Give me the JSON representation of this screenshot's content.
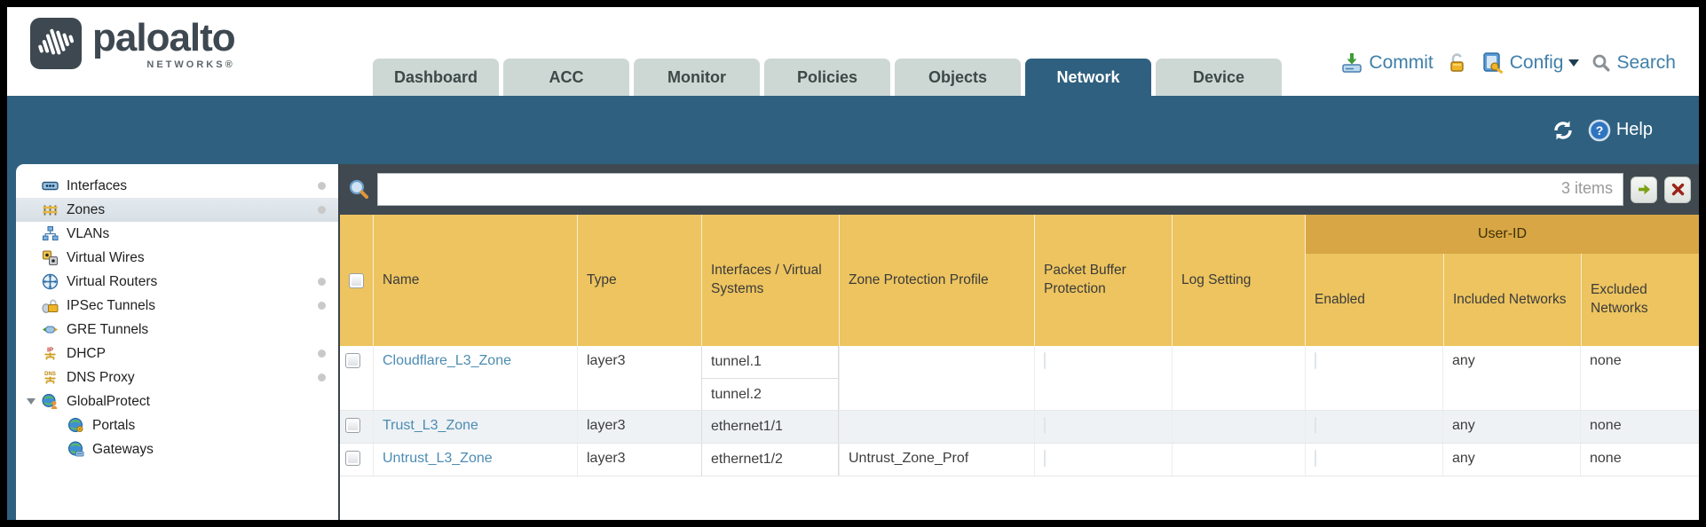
{
  "brand": {
    "name": "paloalto",
    "subtitle": "NETWORKS®"
  },
  "tabs": [
    {
      "label": "Dashboard",
      "active": false
    },
    {
      "label": "ACC",
      "active": false
    },
    {
      "label": "Monitor",
      "active": false
    },
    {
      "label": "Policies",
      "active": false
    },
    {
      "label": "Objects",
      "active": false
    },
    {
      "label": "Network",
      "active": true
    },
    {
      "label": "Device",
      "active": false
    }
  ],
  "header_actions": {
    "commit_label": "Commit",
    "config_label": "Config",
    "search_label": "Search"
  },
  "subheader": {
    "help_label": "Help"
  },
  "sidebar": {
    "items": [
      {
        "label": "Interfaces",
        "icon": "interfaces-icon",
        "dot": true,
        "selected": false,
        "expanded": false,
        "child": false
      },
      {
        "label": "Zones",
        "icon": "zones-icon",
        "dot": true,
        "selected": true,
        "expanded": false,
        "child": false
      },
      {
        "label": "VLANs",
        "icon": "vlans-icon",
        "dot": false,
        "selected": false,
        "expanded": false,
        "child": false
      },
      {
        "label": "Virtual Wires",
        "icon": "virtual-wires-icon",
        "dot": false,
        "selected": false,
        "expanded": false,
        "child": false
      },
      {
        "label": "Virtual Routers",
        "icon": "virtual-routers-icon",
        "dot": true,
        "selected": false,
        "expanded": false,
        "child": false
      },
      {
        "label": "IPSec Tunnels",
        "icon": "ipsec-tunnels-icon",
        "dot": true,
        "selected": false,
        "expanded": false,
        "child": false
      },
      {
        "label": "GRE Tunnels",
        "icon": "gre-tunnels-icon",
        "dot": false,
        "selected": false,
        "expanded": false,
        "child": false
      },
      {
        "label": "DHCP",
        "icon": "dhcp-icon",
        "dot": true,
        "selected": false,
        "expanded": false,
        "child": false
      },
      {
        "label": "DNS Proxy",
        "icon": "dns-proxy-icon",
        "dot": true,
        "selected": false,
        "expanded": false,
        "child": false
      },
      {
        "label": "GlobalProtect",
        "icon": "globalprotect-icon",
        "dot": false,
        "selected": false,
        "expanded": true,
        "child": false
      },
      {
        "label": "Portals",
        "icon": "portals-icon",
        "dot": false,
        "selected": false,
        "expanded": false,
        "child": true
      },
      {
        "label": "Gateways",
        "icon": "gateways-icon",
        "dot": false,
        "selected": false,
        "expanded": false,
        "child": true
      }
    ]
  },
  "filter": {
    "value": "",
    "placeholder": "",
    "items_count": "3 items"
  },
  "table": {
    "group_header": "User-ID",
    "columns": [
      "Name",
      "Type",
      "Interfaces / Virtual Systems",
      "Zone Protection Profile",
      "Packet Buffer Protection",
      "Log Setting",
      "Enabled",
      "Included Networks",
      "Excluded Networks"
    ],
    "rows": [
      {
        "name": "Cloudflare_L3_Zone",
        "type": "layer3",
        "interfaces": [
          "tunnel.1",
          "tunnel.2"
        ],
        "zone_protection_profile": "",
        "packet_buffer_protection": false,
        "log_setting": "",
        "user_id_enabled": false,
        "included_networks": "any",
        "excluded_networks": "none"
      },
      {
        "name": "Trust_L3_Zone",
        "type": "layer3",
        "interfaces": [
          "ethernet1/1"
        ],
        "zone_protection_profile": "",
        "packet_buffer_protection": false,
        "log_setting": "",
        "user_id_enabled": false,
        "included_networks": "any",
        "excluded_networks": "none"
      },
      {
        "name": "Untrust_L3_Zone",
        "type": "layer3",
        "interfaces": [
          "ethernet1/2"
        ],
        "zone_protection_profile": "Untrust_Zone_Prof",
        "packet_buffer_protection": false,
        "log_setting": "",
        "user_id_enabled": false,
        "included_networks": "any",
        "excluded_networks": "none"
      }
    ]
  },
  "colors": {
    "teal_band": "#2f607f",
    "toolbar_dark": "#404950",
    "table_header_orange": "#edc45f",
    "user_id_band_orange": "#d8a644",
    "zone_link_blue": "#4c8cb2",
    "top_link_blue": "#3f7fa8",
    "inactive_tab": "#cdd8d5",
    "alt_row": "#eef2f5"
  }
}
